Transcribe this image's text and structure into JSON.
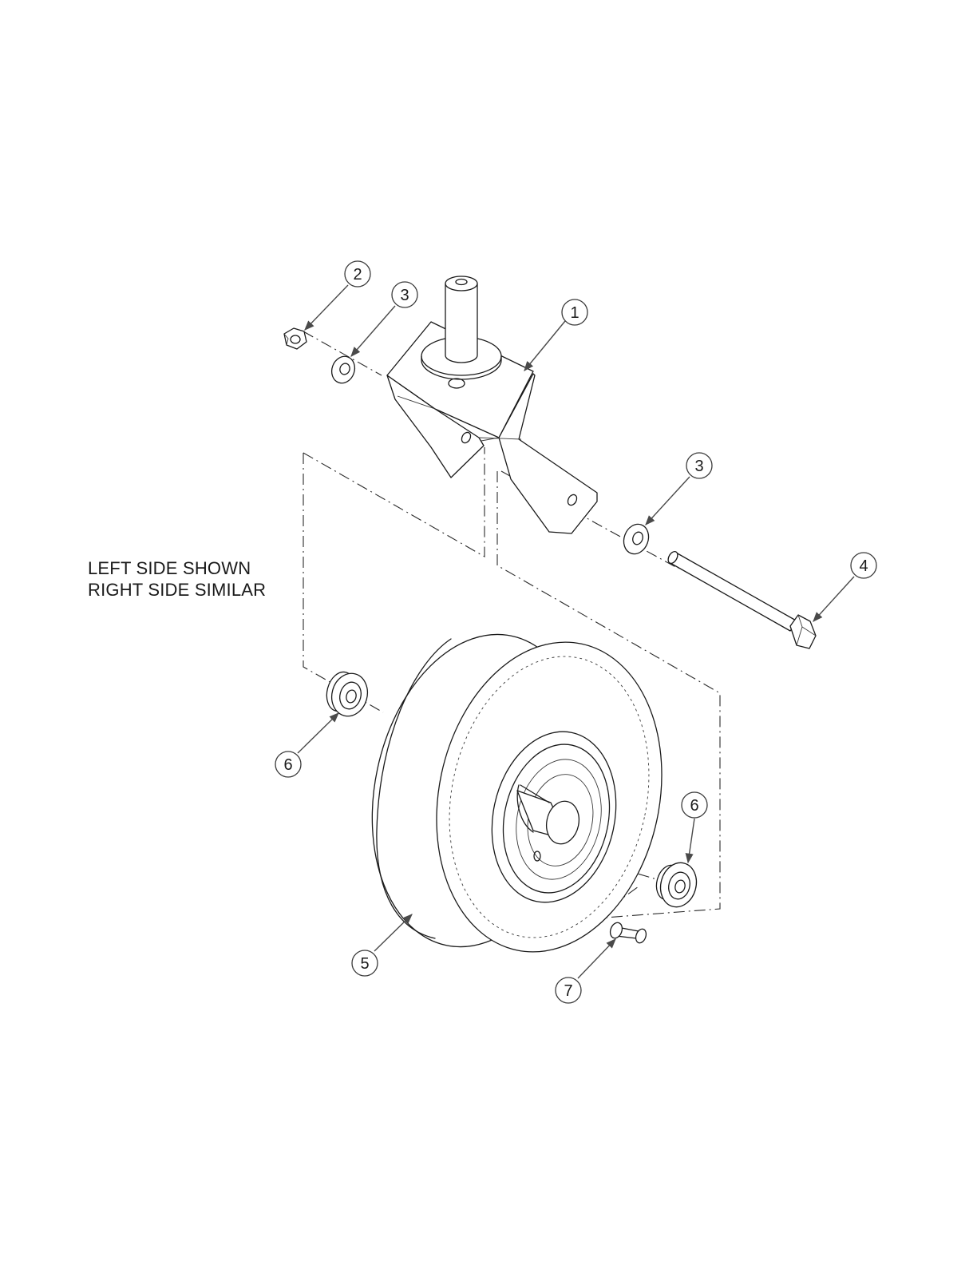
{
  "note": {
    "line1": "LEFT SIDE SHOWN",
    "line2": "RIGHT SIDE SIMILAR"
  },
  "callouts": [
    {
      "id": "c1",
      "label": "1"
    },
    {
      "id": "c2",
      "label": "2"
    },
    {
      "id": "c3a",
      "label": "3"
    },
    {
      "id": "c3b",
      "label": "3"
    },
    {
      "id": "c4",
      "label": "4"
    },
    {
      "id": "c5",
      "label": "5"
    },
    {
      "id": "c6a",
      "label": "6"
    },
    {
      "id": "c6b",
      "label": "6"
    },
    {
      "id": "c7",
      "label": "7"
    }
  ]
}
